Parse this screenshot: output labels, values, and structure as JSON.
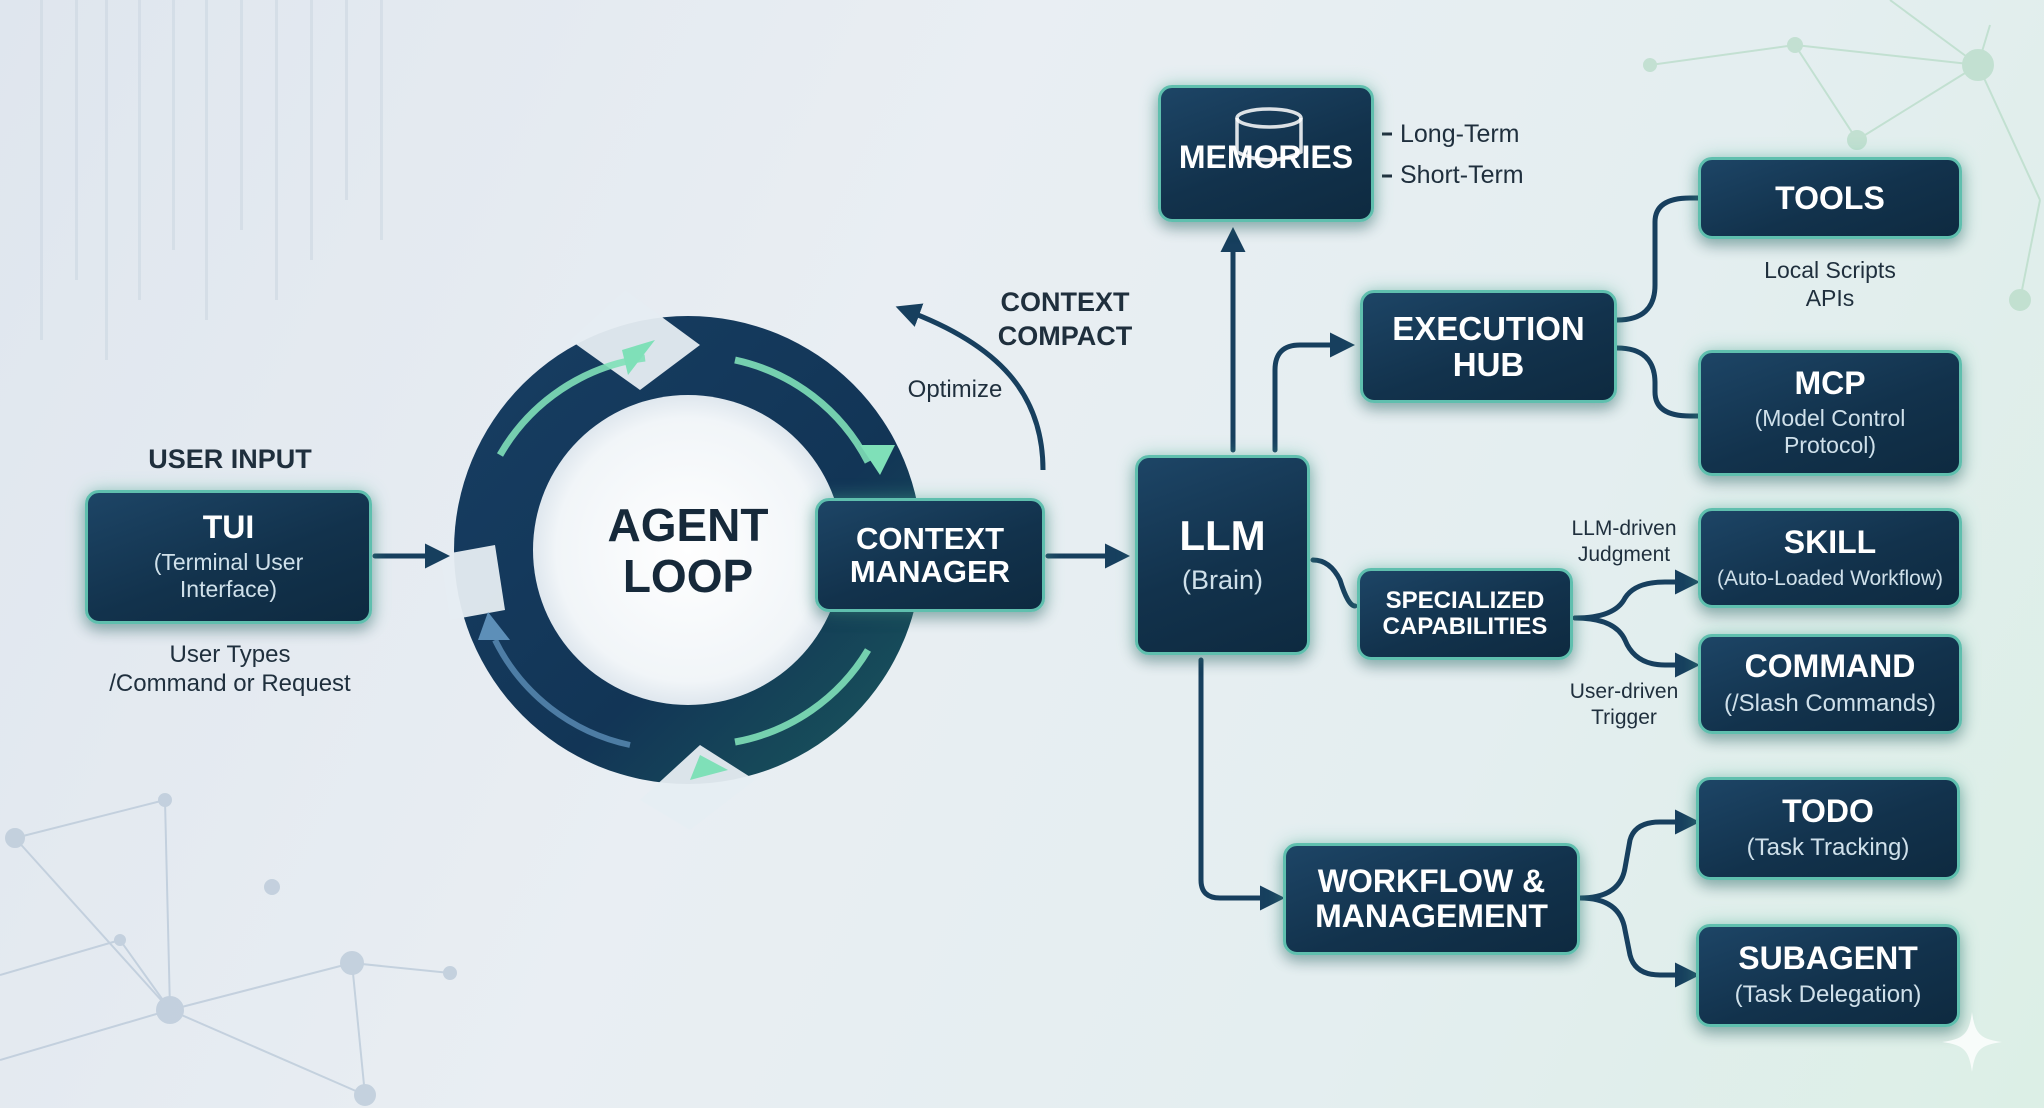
{
  "user_input": {
    "heading": "USER INPUT",
    "tui_title": "TUI",
    "tui_sub_1": "(Terminal User",
    "tui_sub_2": "Interface)",
    "caption_1": "User Types",
    "caption_2": "/Command or Request"
  },
  "agent_loop": {
    "line1": "AGENT",
    "line2": "LOOP"
  },
  "context_manager": {
    "line1": "CONTEXT",
    "line2": "MANAGER"
  },
  "context_compact": {
    "line1": "CONTEXT",
    "line2": "COMPACT",
    "sub": "Optimize"
  },
  "llm": {
    "title": "LLM",
    "sub": "(Brain)"
  },
  "memories": {
    "title": "MEMORIES",
    "long": "Long-Term",
    "short": "Short-Term"
  },
  "execution_hub": {
    "line1": "EXECUTION",
    "line2": "HUB"
  },
  "tools": {
    "title": "TOOLS",
    "caption_1": "Local Scripts",
    "caption_2": "APIs"
  },
  "mcp": {
    "title": "MCP",
    "sub_1": "(Model Control",
    "sub_2": "Protocol)"
  },
  "specialized": {
    "line1": "SPECIALIZED",
    "line2": "CAPABILITIES"
  },
  "llm_driven": {
    "line1": "LLM-driven",
    "line2": "Judgment"
  },
  "user_driven": {
    "line1": "User-driven",
    "line2": "Trigger"
  },
  "skill": {
    "title": "SKILL",
    "sub": "(Auto-Loaded Workflow)"
  },
  "command": {
    "title": "COMMAND",
    "sub": "(/Slash Commands)"
  },
  "workflow": {
    "line1": "WORKFLOW &",
    "line2": "MANAGEMENT"
  },
  "todo": {
    "title": "TODO",
    "sub": "(Task Tracking)"
  },
  "subagent": {
    "title": "SUBAGENT",
    "sub": "(Task Delegation)"
  },
  "colors": {
    "node_fill": "#143a58",
    "node_border": "#5fbfae",
    "connector": "#173f5e",
    "ring_dark": "#123a5c",
    "ring_accent": "#7fe0b8"
  }
}
